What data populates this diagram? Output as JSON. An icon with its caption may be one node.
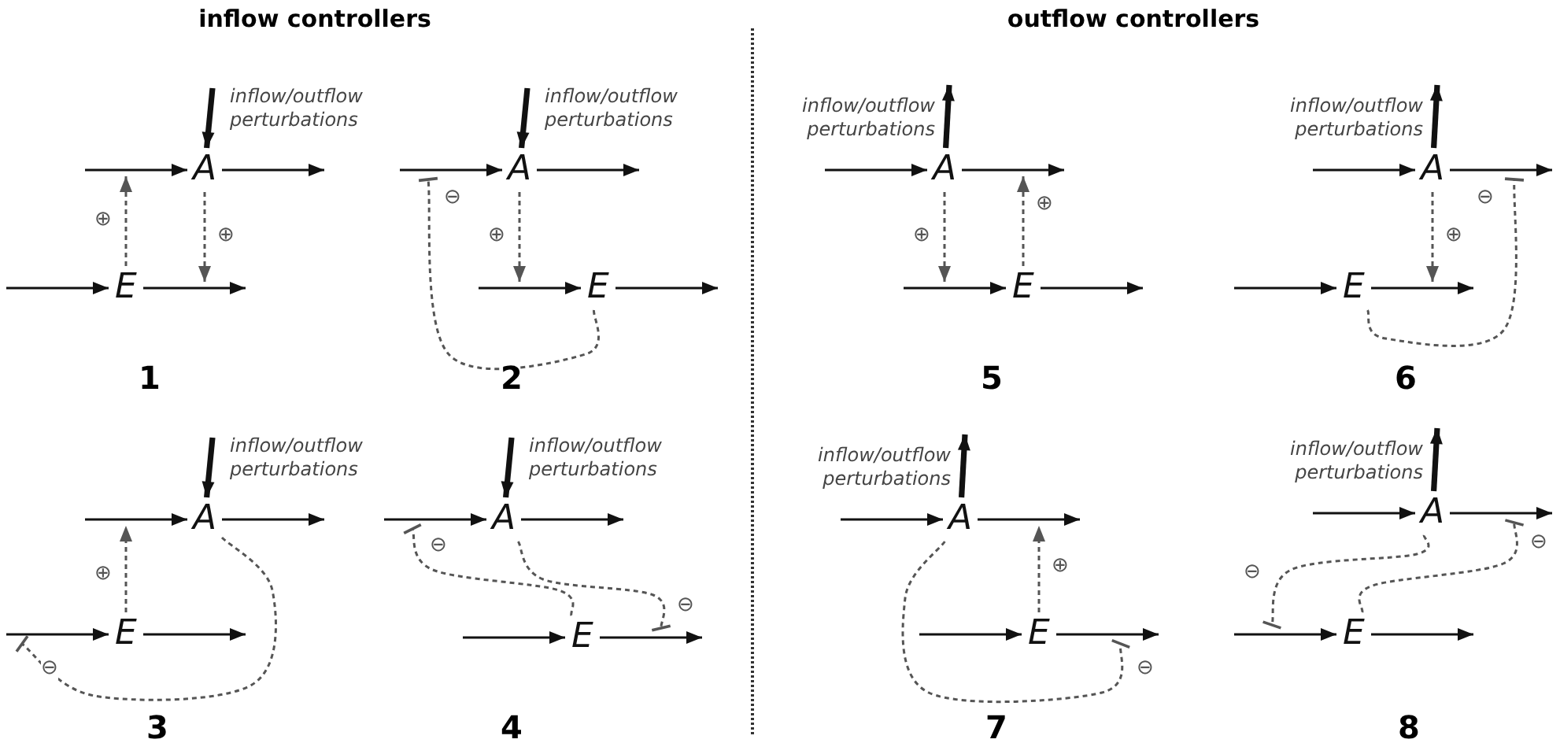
{
  "diagram": {
    "nodes": [
      {
        "text": [
          "A"
        ]
      },
      {
        "text": [
          "E"
        ]
      },
      {
        "text": [
          "A"
        ]
      },
      {
        "text": [
          "E"
        ]
      },
      {
        "text": [
          "A"
        ]
      },
      {
        "text": [
          "E"
        ]
      },
      {
        "text": [
          "A"
        ]
      },
      {
        "text": [
          "E"
        ]
      },
      {
        "text": [
          "A"
        ]
      },
      {
        "text": [
          "E"
        ]
      },
      {
        "text": [
          "A"
        ]
      },
      {
        "text": [
          "E"
        ]
      },
      {
        "text": [
          "A"
        ]
      },
      {
        "text": [
          "E"
        ]
      },
      {
        "text": [
          "A"
        ]
      },
      {
        "text": [
          "E"
        ]
      }
    ],
    "edges": [
      {
        "from": null,
        "to": 0,
        "arrow": "to"
      },
      {
        "from": 0,
        "to": null,
        "arrow": "to"
      },
      {
        "from": null,
        "to": 0,
        "arrow": "to",
        "label": "inflow/outflow perturbations",
        "style": "thick"
      },
      {
        "from": null,
        "to": 1,
        "arrow": "to"
      },
      {
        "from": 1,
        "to": null,
        "arrow": "to"
      },
      {
        "from": 1,
        "to": null,
        "arrow": "to",
        "label": "⊕",
        "style": "dashed",
        "color": "#555555"
      },
      {
        "from": 0,
        "to": null,
        "arrow": "to",
        "label": "⊕",
        "style": "dashed",
        "color": "#555555"
      },
      {
        "from": null,
        "to": 2,
        "arrow": "to"
      },
      {
        "from": 2,
        "to": null,
        "arrow": "to"
      },
      {
        "from": null,
        "to": 2,
        "arrow": "to",
        "label": "inflow/outflow perturbations",
        "style": "thick"
      },
      {
        "from": null,
        "to": 3,
        "arrow": "to"
      },
      {
        "from": 3,
        "to": null,
        "arrow": "to"
      },
      {
        "from": 2,
        "to": null,
        "arrow": "to",
        "label": "⊕",
        "style": "dashed",
        "color": "#555555"
      },
      {
        "from": 3,
        "to": null,
        "arrow": "other",
        "label": "⊖",
        "style": "dashed",
        "color": "#555555"
      },
      {
        "from": null,
        "to": 4,
        "arrow": "to"
      },
      {
        "from": 4,
        "to": null,
        "arrow": "to"
      },
      {
        "from": null,
        "to": 4,
        "arrow": "to",
        "label": "inflow/outflow perturbations",
        "style": "thick"
      },
      {
        "from": null,
        "to": 5,
        "arrow": "to"
      },
      {
        "from": 5,
        "to": null,
        "arrow": "to"
      },
      {
        "from": 5,
        "to": null,
        "arrow": "to",
        "label": "⊕",
        "style": "dashed",
        "color": "#555555"
      },
      {
        "from": 4,
        "to": null,
        "arrow": "other",
        "label": "⊖",
        "style": "dashed",
        "color": "#555555"
      },
      {
        "from": null,
        "to": 6,
        "arrow": "to"
      },
      {
        "from": 6,
        "to": null,
        "arrow": "to"
      },
      {
        "from": null,
        "to": 6,
        "arrow": "to",
        "label": "inflow/outflow perturbations",
        "style": "thick"
      },
      {
        "from": null,
        "to": 7,
        "arrow": "to"
      },
      {
        "from": 7,
        "to": null,
        "arrow": "to"
      },
      {
        "from": 7,
        "to": null,
        "arrow": "other",
        "label": "⊖",
        "style": "dashed",
        "color": "#555555"
      },
      {
        "from": 6,
        "to": null,
        "arrow": "other",
        "label": "⊖",
        "style": "dashed",
        "color": "#555555"
      },
      {
        "from": null,
        "to": 8,
        "arrow": "to"
      },
      {
        "from": 8,
        "to": null,
        "arrow": "to"
      },
      {
        "from": 8,
        "to": null,
        "arrow": "to",
        "label": "inflow/outflow perturbations",
        "style": "thick"
      },
      {
        "from": null,
        "to": 9,
        "arrow": "to"
      },
      {
        "from": 9,
        "to": null,
        "arrow": "to"
      },
      {
        "from": 8,
        "to": null,
        "arrow": "to",
        "label": "⊕",
        "style": "dashed",
        "color": "#555555"
      },
      {
        "from": 9,
        "to": null,
        "arrow": "to",
        "label": "⊕",
        "style": "dashed",
        "color": "#555555"
      },
      {
        "from": null,
        "to": 10,
        "arrow": "to"
      },
      {
        "from": 10,
        "to": null,
        "arrow": "to"
      },
      {
        "from": 10,
        "to": null,
        "arrow": "to",
        "label": "inflow/outflow perturbations",
        "style": "thick"
      },
      {
        "from": null,
        "to": 11,
        "arrow": "to"
      },
      {
        "from": 11,
        "to": null,
        "arrow": "to"
      },
      {
        "from": 10,
        "to": null,
        "arrow": "to",
        "label": "⊕",
        "style": "dashed",
        "color": "#555555"
      },
      {
        "from": 11,
        "to": null,
        "arrow": "other",
        "label": "⊖",
        "style": "dashed",
        "color": "#555555"
      },
      {
        "from": null,
        "to": 12,
        "arrow": "to"
      },
      {
        "from": 12,
        "to": null,
        "arrow": "to"
      },
      {
        "from": 12,
        "to": null,
        "arrow": "to",
        "label": "inflow/outflow perturbations",
        "style": "thick"
      },
      {
        "from": null,
        "to": 13,
        "arrow": "to"
      },
      {
        "from": 13,
        "to": null,
        "arrow": "to"
      },
      {
        "from": 13,
        "to": null,
        "arrow": "to",
        "label": "⊕",
        "style": "dashed",
        "color": "#555555"
      },
      {
        "from": 12,
        "to": null,
        "arrow": "other",
        "label": "⊖",
        "style": "dashed",
        "color": "#555555"
      },
      {
        "from": null,
        "to": 14,
        "arrow": "to"
      },
      {
        "from": 14,
        "to": null,
        "arrow": "to"
      },
      {
        "from": 14,
        "to": null,
        "arrow": "to",
        "label": "inflow/outflow perturbations",
        "style": "thick"
      },
      {
        "from": null,
        "to": 15,
        "arrow": "to"
      },
      {
        "from": 15,
        "to": null,
        "arrow": "to"
      },
      {
        "from": 14,
        "to": null,
        "arrow": "other",
        "label": "⊖",
        "style": "dashed",
        "color": "#555555"
      },
      {
        "from": 15,
        "to": null,
        "arrow": "other",
        "label": "⊖",
        "style": "dashed",
        "color": "#555555"
      }
    ],
    "labels": [
      "inflow controllers",
      "outflow controllers",
      "1",
      "2",
      "5",
      "6",
      "3",
      "4",
      "7",
      "8"
    ]
  }
}
